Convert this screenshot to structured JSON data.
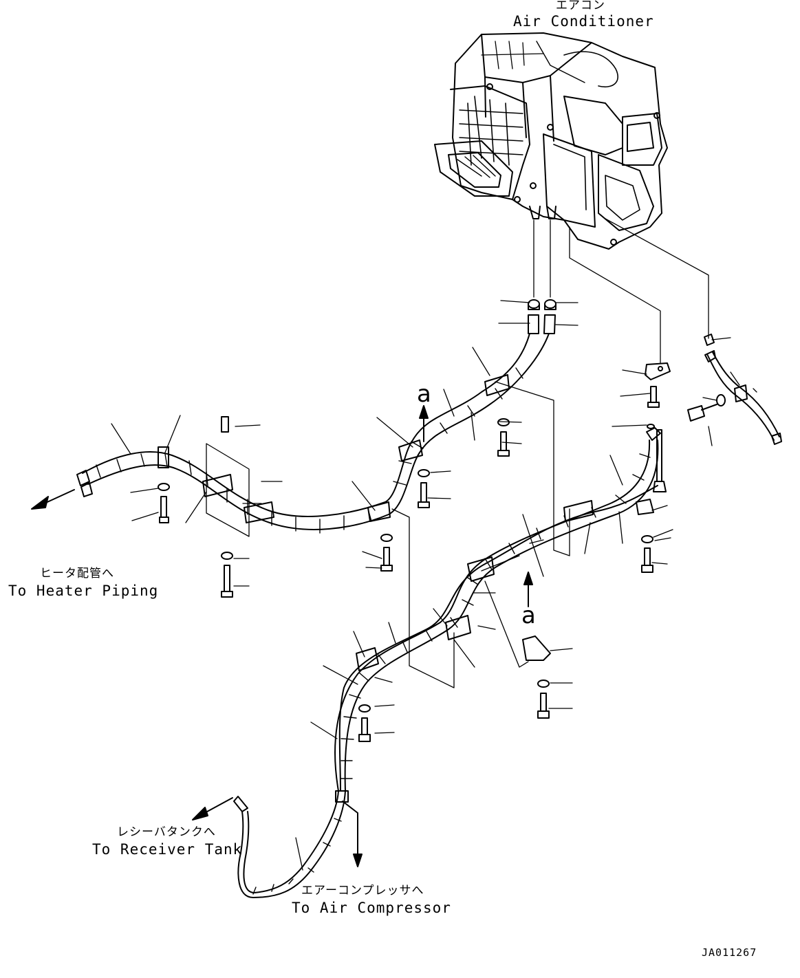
{
  "labels": {
    "air_conditioner_jp": "エアコン",
    "air_conditioner_en": "Air Conditioner",
    "heater_jp": "ヒータ配管へ",
    "heater_en": "To Heater Piping",
    "receiver_jp": "レシーバタンクへ",
    "receiver_en": "To Receiver Tank",
    "compressor_jp": "エアーコンプレッサへ",
    "compressor_en": "To Air Compressor",
    "view_a_top": "a",
    "view_a_bottom": "a",
    "drawing_code": "JA011267"
  },
  "colors": {
    "line": "#000000",
    "background": "#ffffff"
  }
}
